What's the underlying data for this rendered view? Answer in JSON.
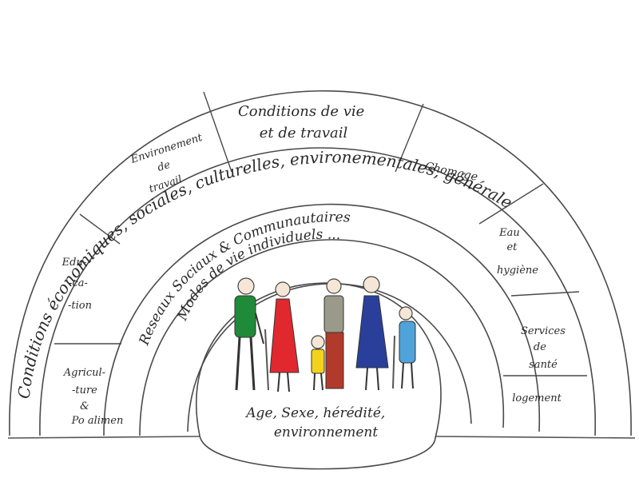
{
  "diagram": {
    "outer_ring": "Conditions économiques, sociales, culturelles, environementales, générale",
    "middle_center": [
      "Conditions de vie",
      "et de travail"
    ],
    "middle_sections": {
      "environement": [
        "Environement",
        "de",
        "travail"
      ],
      "chomage": "Chomage",
      "education": [
        "Edu-",
        "-ca-",
        "-tion"
      ],
      "eau": [
        "Eau",
        "et",
        "hygiène"
      ],
      "agriculture": [
        "Agricul-",
        "-ture",
        "&",
        "Po alimen"
      ],
      "services": [
        "Services",
        "de",
        "santé"
      ],
      "logement": "logement"
    },
    "social_ring": "Reseaux Sociaux & Communautaires",
    "individual_ring": "Modes de vie individuels ...",
    "core": [
      "Age, Sexe, hérédité,",
      "environnement"
    ]
  },
  "colors": {
    "line": "#4a4a4a",
    "green": "#1f8a3a",
    "red": "#e0282e",
    "yellow": "#f2d21b",
    "darkred": "#b23a2a",
    "blue": "#2a3f9a",
    "lightblue": "#4fa3d9",
    "grey": "#9a9a8a"
  }
}
